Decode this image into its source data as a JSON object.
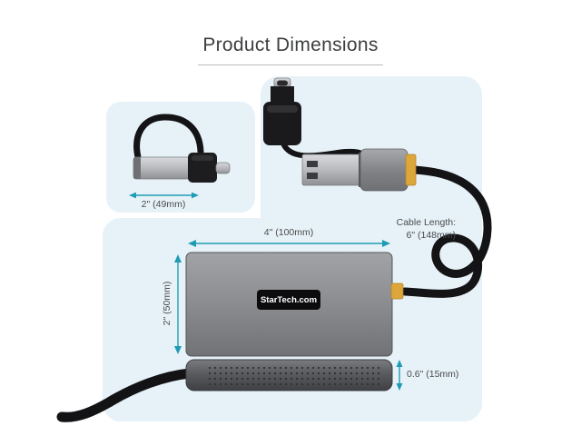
{
  "page": {
    "title": "Product Dimensions"
  },
  "inset": {
    "width_label": "2\" (49mm)"
  },
  "main": {
    "width_label": "4\" (100mm)",
    "height_label": "2\" (50mm)",
    "cable_length_line1": "Cable Length:",
    "cable_length_line2": "6\" (148mm)",
    "thickness_label": "0.6\" (15mm)",
    "brand_badge": "StarTech.com"
  },
  "colors": {
    "accent_dimension": "#1f9cb4",
    "panel_background": "#e7f2f8",
    "connector_yellow": "#dca63a",
    "cable_black": "#141416"
  }
}
